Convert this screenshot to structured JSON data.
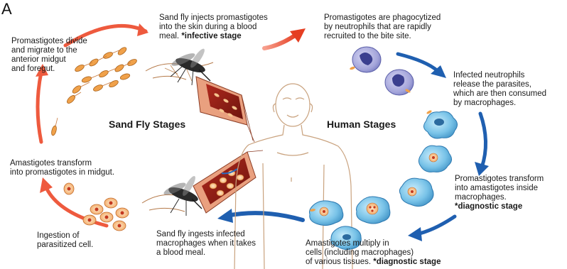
{
  "panel_label": "A",
  "stage_titles": {
    "sand_fly": "Sand Fly Stages",
    "human": "Human Stages"
  },
  "steps": {
    "injects": {
      "text": "Sand fly injects promastigotes\ninto the skin during a blood\nmeal.",
      "flag": "*infective stage"
    },
    "phagocytized": {
      "text": "Promastigotes are phagocytized\nby neutrophils that are rapidly\nrecruited to the bite site."
    },
    "released": {
      "text": "Infected neutrophils\nrelease the parasites,\nwhich are then consumed\nby macrophages."
    },
    "transform_inside": {
      "text": "Promastigotes transform\ninto amastigotes inside\nmacrophages.",
      "flag": "*diagnostic stage"
    },
    "multiply": {
      "text": "Amastigotes multiply in\ncells (including macrophages)\nof various tissues.",
      "flag": "*diagnostic stage"
    },
    "ingests": {
      "text": "Sand fly ingests infected\nmacrophages when it takes\na blood meal."
    },
    "ingestion": {
      "text": "Ingestion of\nparasitized cell."
    },
    "transform_midgut": {
      "text": "Amastigotes transform\ninto promastigotes in midgut."
    },
    "divide": {
      "text": "Promastigotes divide\nand migrate to the\nanterior midgut\nand foregut."
    }
  },
  "icons": {
    "sand_fly_arrow_color": "#e8472d",
    "human_arrow_color": "#1f5fb0",
    "cell_color": "#4fa6d6",
    "neutrophil_color": "#7c7fc4"
  }
}
